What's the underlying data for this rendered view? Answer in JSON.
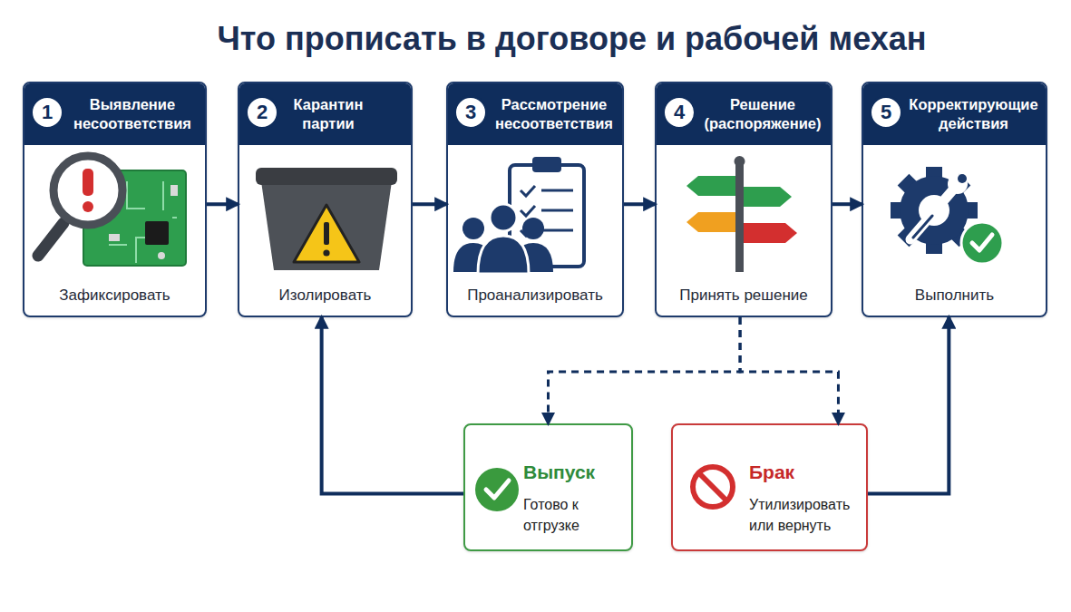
{
  "diagram": {
    "title": "Что прописать в договоре и рабочей механ",
    "nodes": [
      {
        "text": [
          "Выявление несоответствия",
          "Зафиксировать"
        ]
      },
      {
        "text": [
          "1"
        ],
        "in": 0
      },
      {
        "text": [
          "Карантин партии",
          "Изолировать"
        ]
      },
      {
        "text": [
          "2"
        ],
        "in": 2
      },
      {
        "text": [
          "Рассмотрение несоответствия",
          "Проанализировать"
        ]
      },
      {
        "text": [
          "3"
        ],
        "in": 4
      },
      {
        "text": [
          "Решение (распоряжение)",
          "Принять решение"
        ]
      },
      {
        "text": [
          "4"
        ],
        "in": 6
      },
      {
        "text": [
          "Корректирующие действия",
          "Выполнить"
        ]
      },
      {
        "text": [
          "5"
        ],
        "in": 8
      },
      {
        "text": [
          "Выпуск",
          "Готово к отгрузке"
        ]
      },
      {
        "text": [
          "Брак",
          "Утилизировать или вернуть"
        ]
      }
    ],
    "edges": [
      {
        "from": 0,
        "to": 2,
        "arrow": "to"
      },
      {
        "from": 2,
        "to": 4,
        "arrow": "to"
      },
      {
        "from": 4,
        "to": 6,
        "arrow": "to"
      },
      {
        "from": 6,
        "to": 8,
        "arrow": "to"
      },
      {
        "from": 6,
        "to": 10,
        "arrow": "to"
      },
      {
        "from": 6,
        "to": 11,
        "arrow": "to"
      },
      {
        "from": 10,
        "to": 2,
        "arrow": "to"
      },
      {
        "from": 11,
        "to": 8,
        "arrow": "to"
      }
    ]
  }
}
